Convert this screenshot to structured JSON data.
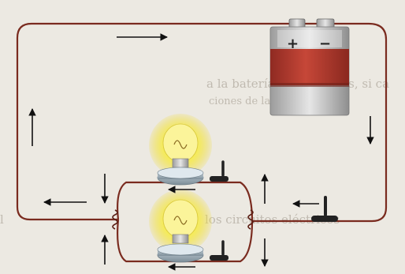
{
  "background_text": {
    "line1": "a la batería las lámparas, si ca",
    "line2": "ciones de la figura.",
    "line3": "los circuitos eléctricos",
    "line4": "l"
  },
  "battery": {
    "positive_terminal": "+",
    "negative_terminal": "−"
  },
  "colors": {
    "wire": "#7a2b1f",
    "battery_body": "#b43a2e",
    "bulb_glow": "#f6ef3a",
    "arrow": "#111111"
  },
  "icons": {
    "battery": "battery-icon",
    "bulb": "light-bulb-icon",
    "switch": "switch-icon",
    "current_arrow": "arrow-icon"
  }
}
